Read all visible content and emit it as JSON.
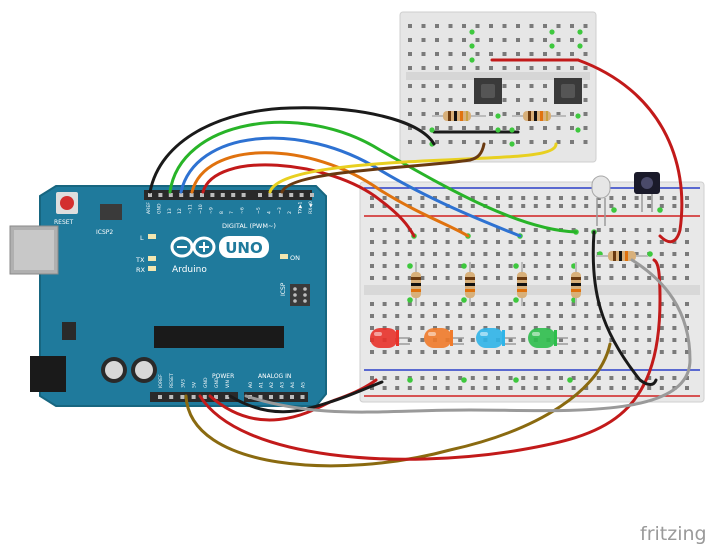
{
  "board": {
    "reset_label": "RESET",
    "icsp2_label": "ICSP2",
    "icsp_label": "ICSP",
    "led_l_label": "L",
    "led_tx_label": "TX",
    "led_rx_label": "RX",
    "on_label": "ON",
    "brand_label": "Arduino",
    "uno_label": "UNO",
    "digital_label": "DIGITAL (PWM~)",
    "power_label": "POWER",
    "analog_label": "ANALOG IN",
    "top_pins": [
      "AREF",
      "GND",
      "13",
      "12",
      "~11",
      "~10",
      "~9",
      "8",
      "7",
      "~6",
      "~5",
      "4",
      "~3",
      "2",
      "TX▶1",
      "RX◀0"
    ],
    "bottom_power_pins": [
      "IOREF",
      "RESET",
      "3V3",
      "5V",
      "GND",
      "GND",
      "VIN"
    ],
    "bottom_analog_pins": [
      "A0",
      "A1",
      "A2",
      "A3",
      "A4",
      "A5"
    ]
  },
  "components": {
    "leds": [
      {
        "name": "red-led",
        "color": "#e8322a"
      },
      {
        "name": "orange-led",
        "color": "#f07a2a"
      },
      {
        "name": "blue-led",
        "color": "#2fb4e8"
      },
      {
        "name": "green-led",
        "color": "#2dbe4c"
      }
    ]
  },
  "colors": {
    "board": "#1f7a9c",
    "board_edge": "#176680",
    "breadboard": "#e8e8e8",
    "wire_red": "#c21a1a",
    "wire_green": "#28b428",
    "wire_blue": "#2e72d2",
    "wire_orange": "#e0720e",
    "wire_yellow": "#e8d020",
    "wire_black": "#1a1a1a",
    "wire_gray": "#9a9a9a",
    "wire_brown": "#8a6a10",
    "wire_darkbrown": "#6a3a10"
  },
  "footer": {
    "logo": "fritzing"
  }
}
